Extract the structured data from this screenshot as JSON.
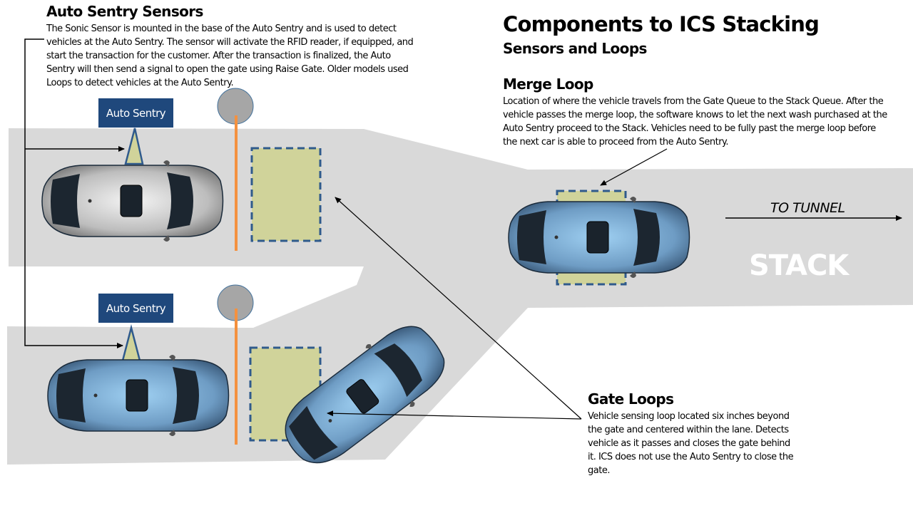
{
  "title": "Components to ICS Stacking",
  "subtitle": "Sensors and Loops",
  "sections": {
    "auto_sentry_sensors": {
      "heading": "Auto Sentry Sensors",
      "body": "The Sonic Sensor is mounted in the base of the Auto Sentry and is used to detect vehicles at the Auto Sentry. The sensor will activate the RFID reader, if equipped, and start the transaction for the customer. After the transaction is finalized, the Auto Sentry will then send a signal to open the gate using Raise Gate. Older models used Loops to detect vehicles at the Auto Sentry."
    },
    "merge_loop": {
      "heading": "Merge Loop",
      "body": "Location of where the vehicle travels from the Gate Queue to the Stack Queue. After the vehicle passes the merge loop, the software knows to let the next wash purchased at the Auto Sentry proceed to the Stack. Vehicles need to be fully past the merge loop before the next car is able to proceed from the Auto Sentry."
    },
    "gate_loops": {
      "heading": "Gate Loops",
      "body": "Vehicle sensing loop located six inches beyond the gate and centered within the lane. Detects vehicle as it passes and closes the gate behind it. ICS does not use the Auto Sentry to close the gate."
    }
  },
  "labels": {
    "auto_sentry_top": "Auto Sentry",
    "auto_sentry_bottom": "Auto Sentry",
    "stack": "STACK",
    "to_tunnel": "TO TUNNEL"
  },
  "colors": {
    "road": "#d9d9d9",
    "sentry_box": "#1f487c",
    "loop_fill": "#d0d39a",
    "loop_border": "#2f5a8c",
    "gate_arm": "#f4913f",
    "gate_post": "#a6a6a6",
    "car_blue": "#7fb0d8",
    "car_silver": "#c8c8c8"
  }
}
